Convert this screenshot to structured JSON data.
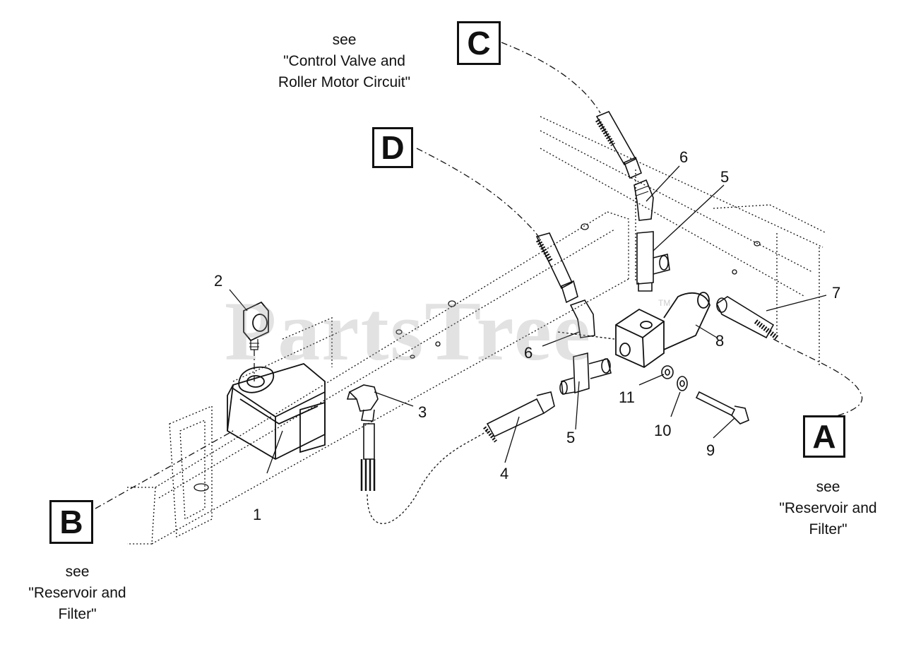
{
  "callouts": {
    "a": "A",
    "b": "B",
    "c": "C",
    "d": "D"
  },
  "notes": {
    "c_line1": "see",
    "c_line2": "\"Control Valve and",
    "c_line3": "Roller Motor Circuit\"",
    "a_line1": "see",
    "a_line2": "\"Reservoir and",
    "a_line3": "Filter\"",
    "b_line1": "see",
    "b_line2": "\"Reservoir and",
    "b_line3": "Filter\""
  },
  "part_numbers": {
    "p1": "1",
    "p2": "2",
    "p3": "3",
    "p4": "4",
    "p5_upper": "5",
    "p5_lower": "5",
    "p6_upper": "6",
    "p6_lower": "6",
    "p7": "7",
    "p8": "8",
    "p9": "9",
    "p10": "10",
    "p11": "11"
  },
  "watermark": {
    "brand": "PartsTree",
    "trademark": "TM"
  },
  "colors": {
    "ink": "#111111",
    "watermark": "#969696",
    "background": "#ffffff"
  }
}
